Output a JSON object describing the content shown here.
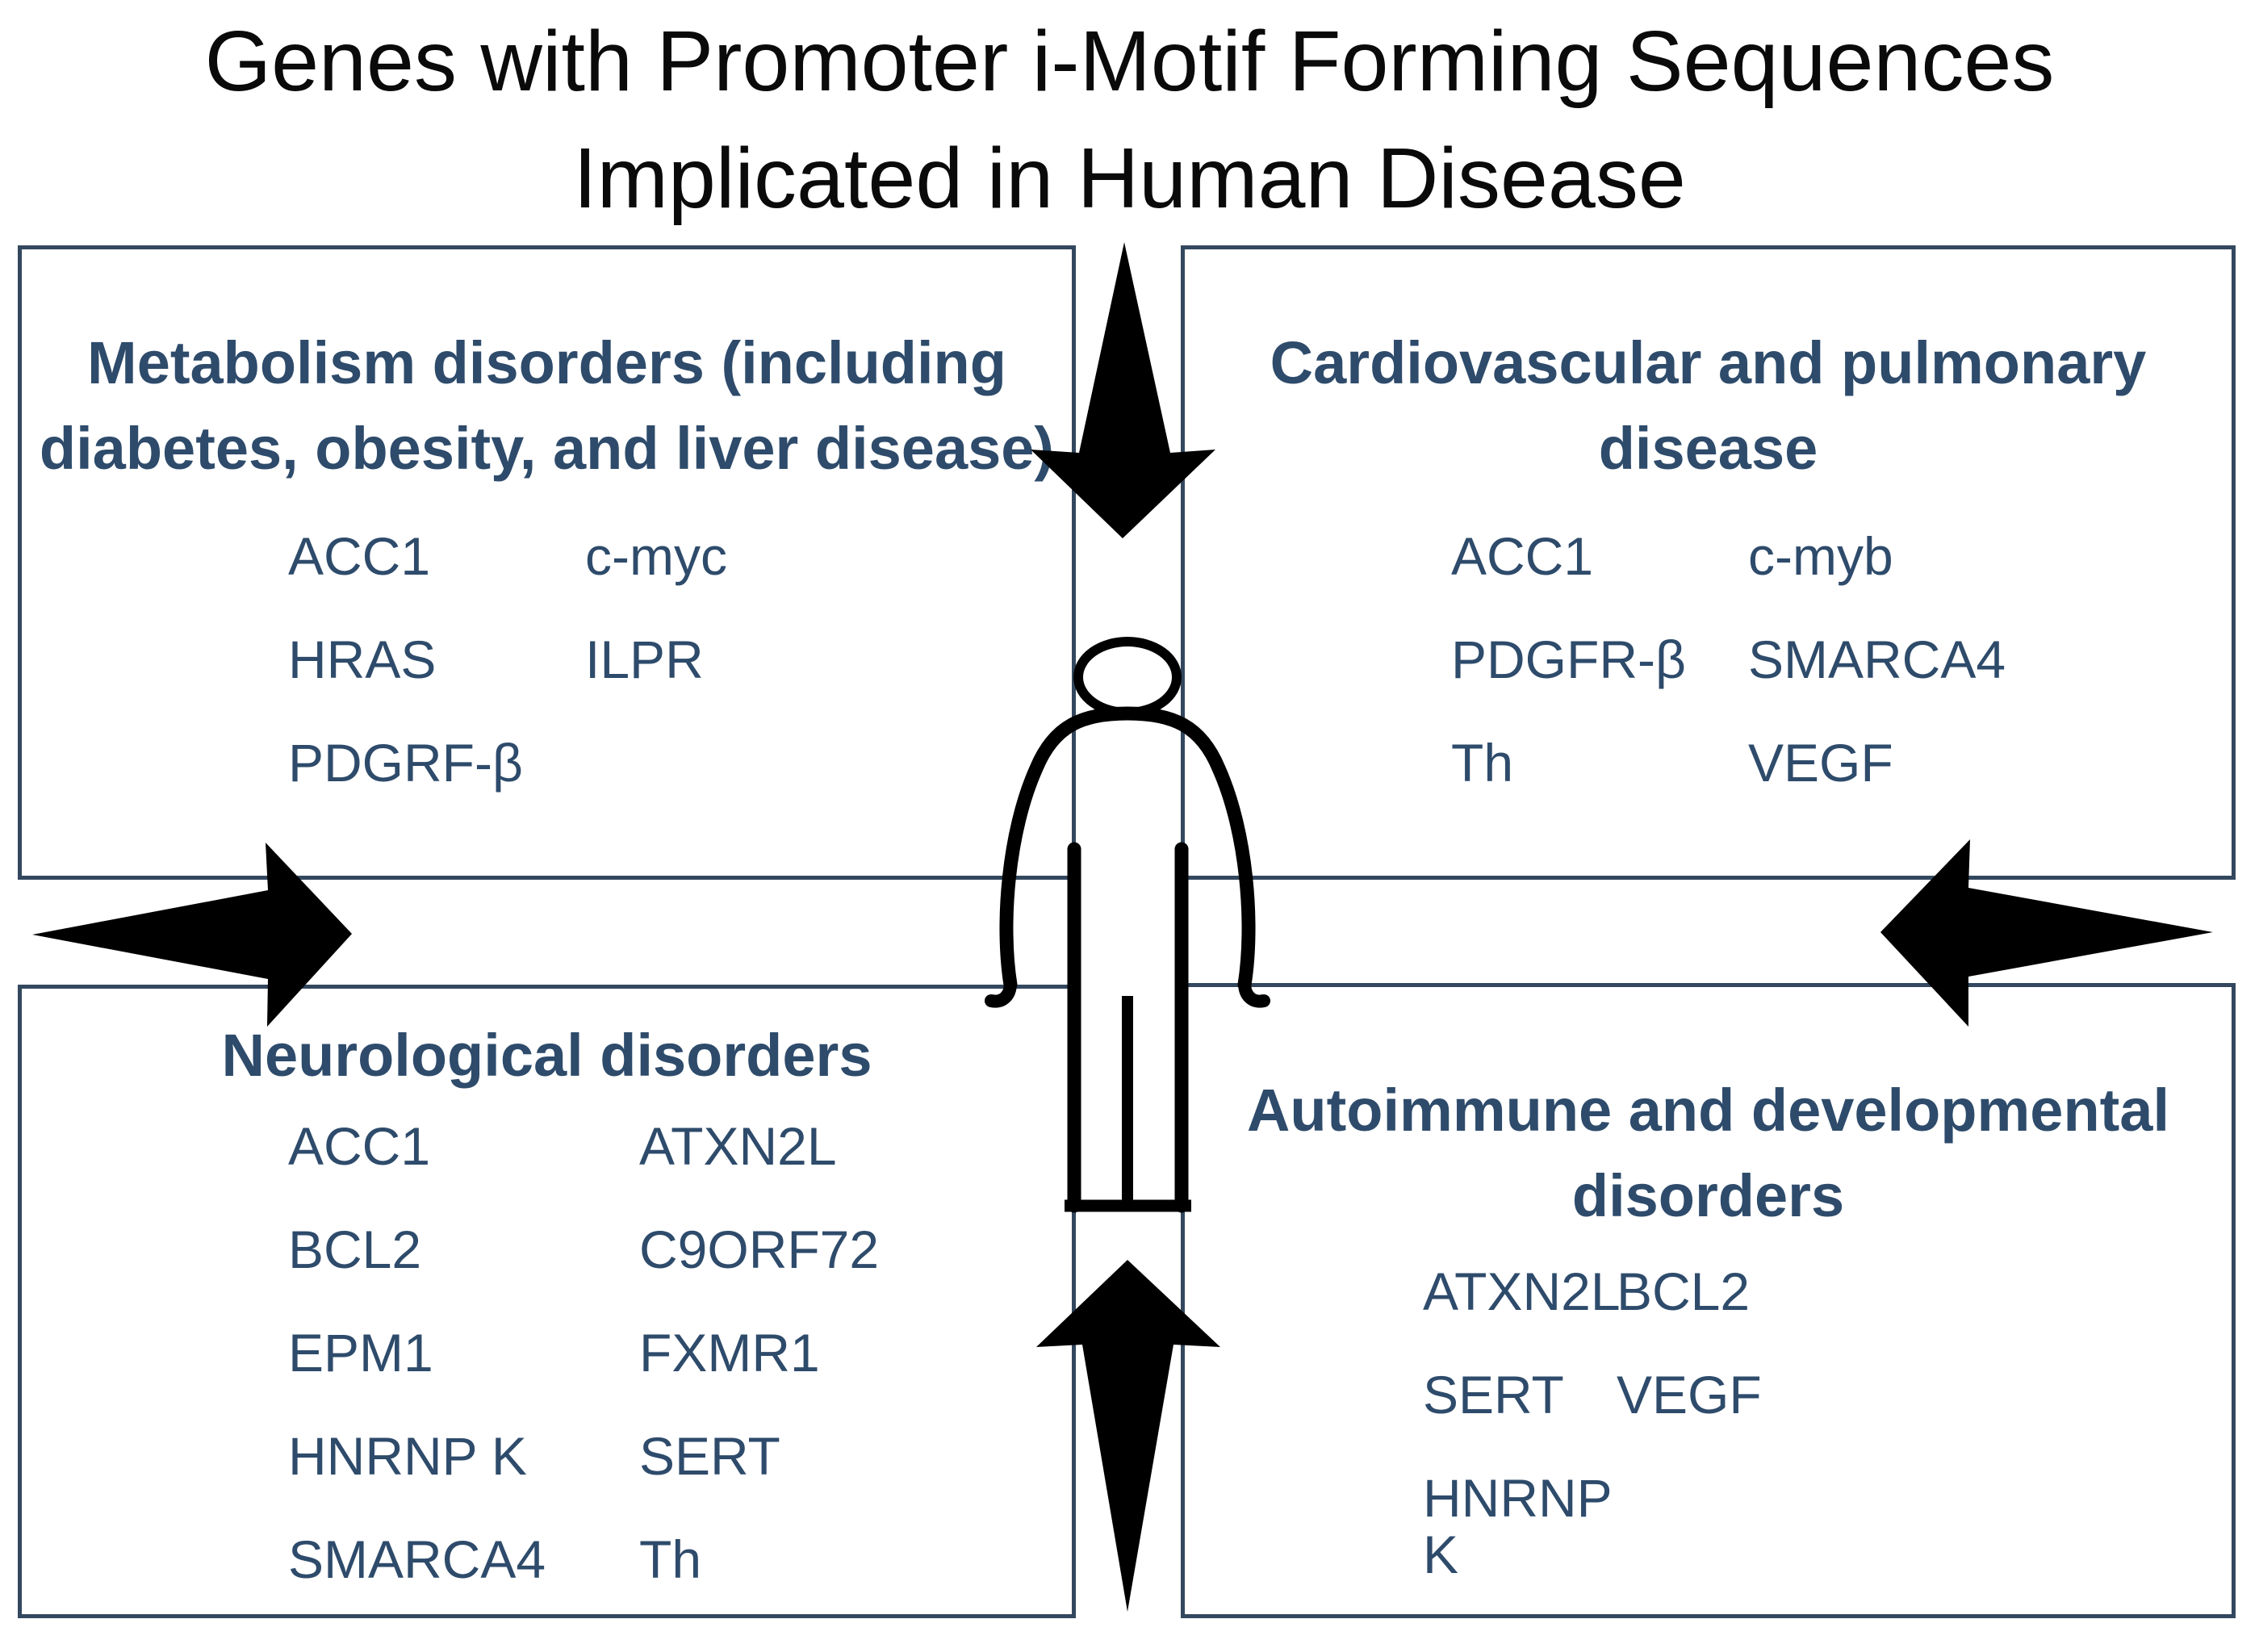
{
  "title": {
    "line1": "Genes with Promoter i-Motif Forming Sequences",
    "line2": "Implicated in Human Disease"
  },
  "colors": {
    "heading_and_gene_text": "#2E4B6B",
    "box_border": "#33485E",
    "title_text": "#0A0A0A",
    "arrow_and_figure": "#000000"
  },
  "center": {
    "figure_icon": "human-figure-icon",
    "arrow_icons": [
      "arrow-down-icon",
      "arrow-right-icon",
      "arrow-left-icon",
      "arrow-up-icon"
    ]
  },
  "quadrants": [
    {
      "id": "metabolism",
      "title_lines": [
        "Metabolism disorders (including",
        "diabetes, obesity, and liver disease)"
      ],
      "genes": [
        "ACC1",
        "c-myc",
        "HRAS",
        "ILPR",
        "PDGRF-β"
      ]
    },
    {
      "id": "cardiovascular",
      "title_lines": [
        "Cardiovascular and pulmonary",
        "disease"
      ],
      "genes": [
        "ACC1",
        "c-myb",
        "PDGFR-β",
        "SMARCA4",
        "Th",
        "VEGF"
      ]
    },
    {
      "id": "neurological",
      "title_lines": [
        "Neurological disorders"
      ],
      "genes": [
        "ACC1",
        "ATXN2L",
        "BCL2",
        "C9ORF72",
        "EPM1",
        "FXMR1",
        "HNRNP K",
        "SERT",
        "SMARCA4",
        "Th"
      ]
    },
    {
      "id": "autoimmune",
      "title_lines": [
        "Autoimmune and developmental",
        "disorders"
      ],
      "genes": [
        "ATXN2L",
        "BCL2",
        "SERT",
        "VEGF",
        "HNRNP K"
      ]
    }
  ]
}
